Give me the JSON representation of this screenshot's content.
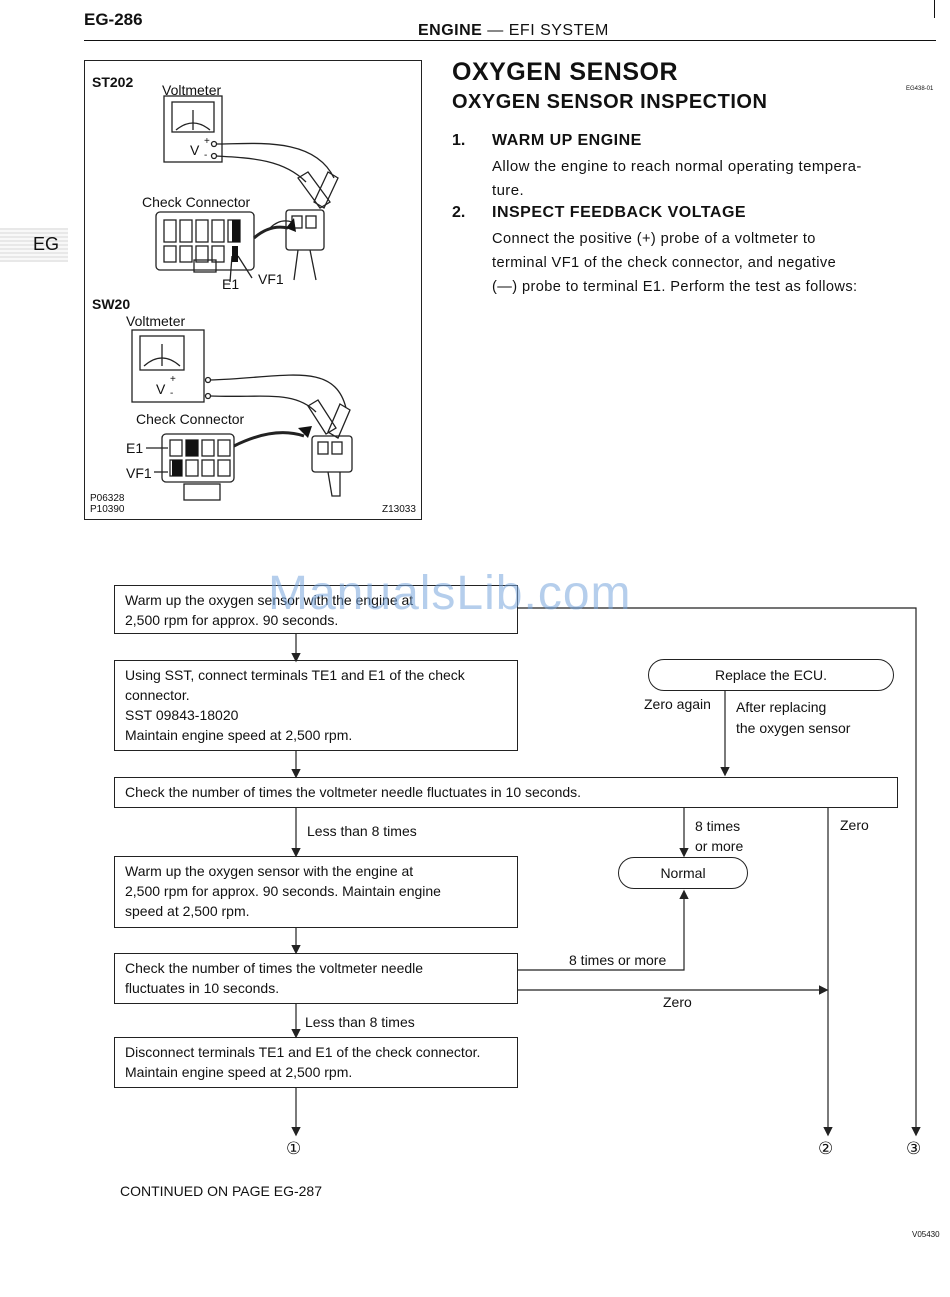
{
  "header": {
    "page_number": "EG-286",
    "section_bold": "ENGINE",
    "section_dash": "—",
    "section_rest": "EFI SYSTEM"
  },
  "side_tab": "EG",
  "figure": {
    "st202_label": "ST202",
    "voltmeter_1": "Voltmeter",
    "v_1": "V",
    "plus_1": "+",
    "minus_1": "-",
    "check_connector_1": "Check Connector",
    "e1_1": "E1",
    "vf1_1": "VF1",
    "sw20_label": "SW20",
    "voltmeter_2": "Voltmeter",
    "v_2": "V",
    "plus_2": "+",
    "minus_2": "-",
    "check_connector_2": "Check Connector",
    "e1_2": "E1",
    "vf1_2": "VF1",
    "code_1": "P06328",
    "code_2": "P10390",
    "code_3": "Z13033"
  },
  "section": {
    "title": "OXYGEN SENSOR",
    "subtitle": "OXYGEN SENSOR INSPECTION",
    "code": "EG438-01"
  },
  "steps": [
    {
      "num": "1.",
      "heading": "WARM UP ENGINE",
      "lines": [
        "Allow the engine to reach normal operating tempera-",
        "ture."
      ]
    },
    {
      "num": "2.",
      "heading": "INSPECT FEEDBACK VOLTAGE",
      "lines": [
        "Connect the positive (+) probe of a voltmeter to",
        "terminal VF1 of the check connector, and negative",
        "(—) probe to terminal E1. Perform the test as follows:"
      ]
    }
  ],
  "watermark": "ManualsLib.com",
  "flow": {
    "box1": [
      "Warm up the oxygen sensor with the engine at",
      "2,500 rpm for approx. 90 seconds."
    ],
    "box2": [
      "Using SST, connect terminals TE1 and E1 of the check",
      "connector.",
      "SST 09843-18020",
      "Maintain engine speed at 2,500 rpm."
    ],
    "replace_ecu": "Replace the ECU.",
    "zero_again": "Zero again",
    "after_replacing": [
      "After replacing",
      "the oxygen sensor"
    ],
    "box3": "Check the number of times the voltmeter needle fluctuates in 10 seconds.",
    "less_than_8_a": "Less than 8 times",
    "eight_or_more_a": [
      "8 times",
      "or more"
    ],
    "zero_a": "Zero",
    "box4": [
      "Warm up the oxygen sensor with the engine at",
      "2,500 rpm for approx. 90 seconds. Maintain engine",
      "speed at 2,500 rpm."
    ],
    "normal": "Normal",
    "box5": [
      "Check the number of times the voltmeter needle",
      "fluctuates in 10 seconds."
    ],
    "eight_or_more_b": "8 times or more",
    "zero_b": "Zero",
    "less_than_8_b": "Less than 8 times",
    "box6": [
      "Disconnect terminals TE1 and E1 of the check connector.",
      "Maintain engine speed at 2,500 rpm."
    ],
    "out1": "①",
    "out2": "②",
    "out3": "③"
  },
  "footer": {
    "continued": "CONTINUED ON PAGE EG-287",
    "code": "V05430"
  }
}
